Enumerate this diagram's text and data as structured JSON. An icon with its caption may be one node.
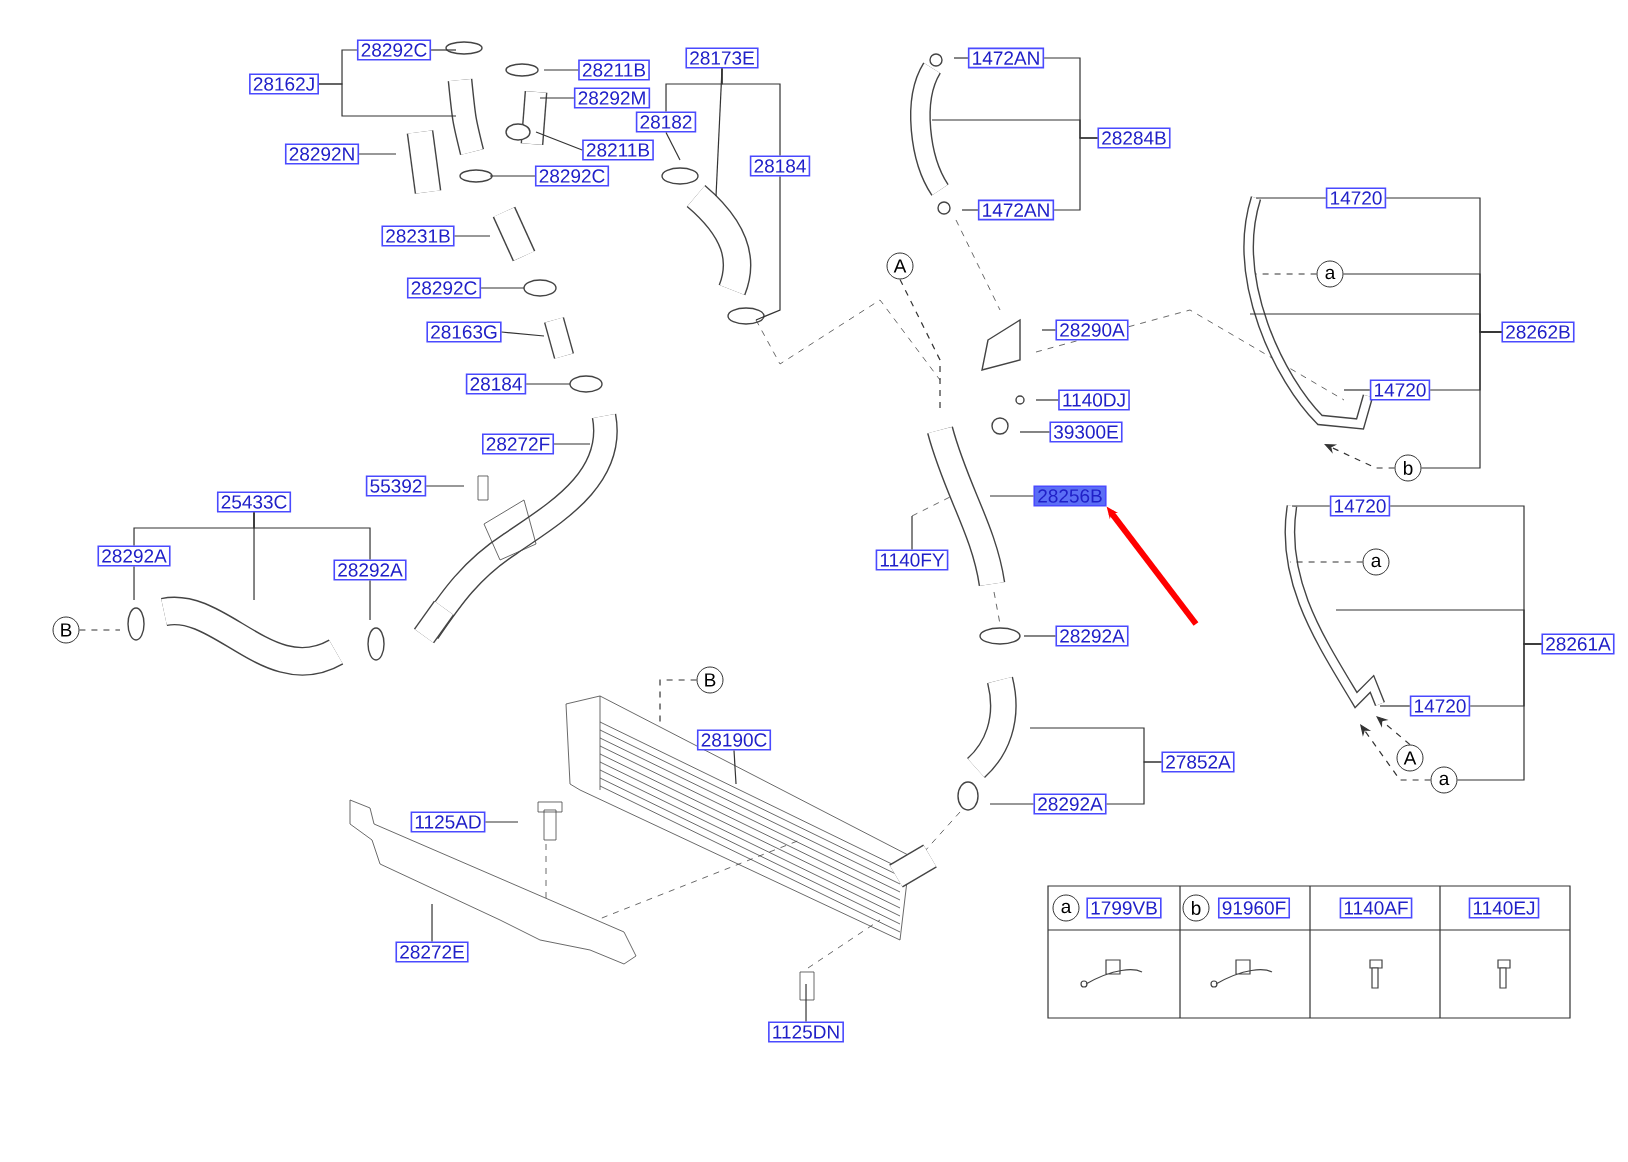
{
  "diagram": {
    "nodes": [
      {
        "text": [
          "28292C"
        ]
      },
      {
        "text": [
          "28162J"
        ]
      },
      {
        "text": [
          "28211B"
        ]
      },
      {
        "text": [
          "28292M"
        ]
      },
      {
        "text": [
          "28292N"
        ]
      },
      {
        "text": [
          "28211B"
        ]
      },
      {
        "text": [
          "28292C"
        ]
      },
      {
        "text": [
          "28182"
        ]
      },
      {
        "text": [
          "28173E"
        ]
      },
      {
        "text": [
          "28184"
        ]
      },
      {
        "text": [
          "28231B"
        ]
      },
      {
        "text": [
          "28292C"
        ]
      },
      {
        "text": [
          "28163G"
        ]
      },
      {
        "text": [
          "28184"
        ]
      },
      {
        "text": [
          "28272F"
        ]
      },
      {
        "text": [
          "55392"
        ]
      },
      {
        "text": [
          "25433C"
        ]
      },
      {
        "text": [
          "28292A"
        ]
      },
      {
        "text": [
          "28292A"
        ]
      },
      {
        "text": [
          "1472AN"
        ]
      },
      {
        "text": [
          "1472AN"
        ]
      },
      {
        "text": [
          "28284B"
        ]
      },
      {
        "text": [
          "28290A"
        ]
      },
      {
        "text": [
          "1140DJ"
        ]
      },
      {
        "text": [
          "39300E"
        ]
      },
      {
        "text": [
          "28256B"
        ]
      },
      {
        "text": [
          "1140FY"
        ]
      },
      {
        "text": [
          "14720"
        ]
      },
      {
        "text": [
          "28262B"
        ]
      },
      {
        "text": [
          "14720"
        ]
      },
      {
        "text": [
          "14720"
        ]
      },
      {
        "text": [
          "28261A"
        ]
      },
      {
        "text": [
          "14720"
        ]
      },
      {
        "text": [
          "28292A"
        ]
      },
      {
        "text": [
          "27852A"
        ]
      },
      {
        "text": [
          "28292A"
        ]
      },
      {
        "text": [
          "28190C"
        ]
      },
      {
        "text": [
          "1125AD"
        ]
      },
      {
        "text": [
          "28272E"
        ]
      },
      {
        "text": [
          "1125DN"
        ]
      },
      {
        "text": [
          "A"
        ]
      },
      {
        "text": [
          "a"
        ]
      },
      {
        "text": [
          "b"
        ]
      },
      {
        "text": [
          "a"
        ]
      },
      {
        "text": [
          "B"
        ]
      },
      {
        "text": [
          "B"
        ]
      },
      {
        "text": [
          "A"
        ]
      },
      {
        "text": [
          "a"
        ]
      },
      {
        "text": [
          "a"
        ]
      },
      {
        "text": [
          "b"
        ]
      }
    ],
    "edges": [
      {
        "from": 0,
        "to": null,
        "arrow": "none"
      },
      {
        "from": 1,
        "to": null,
        "arrow": "none"
      },
      {
        "from": 1,
        "to": 0,
        "arrow": "none"
      },
      {
        "from": 2,
        "to": null,
        "arrow": "none"
      },
      {
        "from": 3,
        "to": null,
        "arrow": "none"
      },
      {
        "from": 4,
        "to": null,
        "arrow": "none"
      },
      {
        "from": 5,
        "to": null,
        "arrow": "none"
      },
      {
        "from": 6,
        "to": null,
        "arrow": "none"
      },
      {
        "from": 7,
        "to": null,
        "arrow": "none"
      },
      {
        "from": 8,
        "to": 7,
        "arrow": "none"
      },
      {
        "from": 8,
        "to": 9,
        "arrow": "none"
      },
      {
        "from": 8,
        "to": null,
        "arrow": "none"
      },
      {
        "from": 9,
        "to": null,
        "arrow": "none"
      },
      {
        "from": 10,
        "to": null,
        "arrow": "none"
      },
      {
        "from": 11,
        "to": null,
        "arrow": "none"
      },
      {
        "from": 12,
        "to": null,
        "arrow": "none"
      },
      {
        "from": 13,
        "to": null,
        "arrow": "none"
      },
      {
        "from": 14,
        "to": null,
        "arrow": "none"
      },
      {
        "from": 15,
        "to": null,
        "arrow": "none"
      },
      {
        "from": 16,
        "to": 17,
        "arrow": "none"
      },
      {
        "from": 16,
        "to": 18,
        "arrow": "none"
      },
      {
        "from": 16,
        "to": null,
        "arrow": "none"
      },
      {
        "from": 17,
        "to": null,
        "arrow": "none"
      },
      {
        "from": 18,
        "to": null,
        "arrow": "none"
      },
      {
        "from": 19,
        "to": null,
        "arrow": "none"
      },
      {
        "from": 20,
        "to": null,
        "arrow": "none"
      },
      {
        "from": 21,
        "to": 19,
        "arrow": "none"
      },
      {
        "from": 21,
        "to": 20,
        "arrow": "none"
      },
      {
        "from": 21,
        "to": null,
        "arrow": "none"
      },
      {
        "from": 22,
        "to": null,
        "arrow": "none"
      },
      {
        "from": 23,
        "to": null,
        "arrow": "none"
      },
      {
        "from": 24,
        "to": null,
        "arrow": "none"
      },
      {
        "from": 25,
        "to": null,
        "arrow": "none"
      },
      {
        "from": 26,
        "to": null,
        "arrow": "none"
      },
      {
        "from": 27,
        "to": null,
        "arrow": "none"
      },
      {
        "from": 28,
        "to": 27,
        "arrow": "none"
      },
      {
        "from": 28,
        "to": 41,
        "arrow": "none"
      },
      {
        "from": 28,
        "to": 29,
        "arrow": "none"
      },
      {
        "from": 28,
        "to": 42,
        "arrow": "none"
      },
      {
        "from": 28,
        "to": null,
        "arrow": "none"
      },
      {
        "from": 29,
        "to": null,
        "arrow": "none"
      },
      {
        "from": 30,
        "to": null,
        "arrow": "none"
      },
      {
        "from": 31,
        "to": 30,
        "arrow": "none"
      },
      {
        "from": 31,
        "to": 32,
        "arrow": "none"
      },
      {
        "from": 31,
        "to": 47,
        "arrow": "none"
      },
      {
        "from": 31,
        "to": null,
        "arrow": "none"
      },
      {
        "from": 32,
        "to": null,
        "arrow": "none"
      },
      {
        "from": 33,
        "to": null,
        "arrow": "none"
      },
      {
        "from": 34,
        "to": 35,
        "arrow": "none"
      },
      {
        "from": 34,
        "to": null,
        "arrow": "none"
      },
      {
        "from": 35,
        "to": null,
        "arrow": "none"
      },
      {
        "from": 36,
        "to": null,
        "arrow": "none"
      },
      {
        "from": 37,
        "to": null,
        "arrow": "none"
      },
      {
        "from": 38,
        "to": null,
        "arrow": "none"
      },
      {
        "from": 39,
        "to": null,
        "arrow": "none"
      },
      {
        "from": 40,
        "to": null,
        "arrow": "none",
        "style": "dashed"
      },
      {
        "from": 41,
        "to": null,
        "arrow": "none",
        "style": "dashed"
      },
      {
        "from": 42,
        "to": null,
        "arrow": "to",
        "style": "dashed"
      },
      {
        "from": 43,
        "to": null,
        "arrow": "none",
        "style": "dashed"
      },
      {
        "from": 44,
        "to": null,
        "arrow": "none",
        "style": "dashed"
      },
      {
        "from": 45,
        "to": null,
        "arrow": "none",
        "style": "dashed"
      },
      {
        "from": 46,
        "to": null,
        "arrow": "to",
        "style": "dashed"
      },
      {
        "from": 47,
        "to": null,
        "arrow": "to",
        "style": "dashed"
      },
      {
        "from": null,
        "to": 25,
        "arrow": "to",
        "style": "thick",
        "color": "#ff0000"
      }
    ],
    "labels": [
      "1799VB",
      "91960F",
      "1140AF",
      "1140EJ"
    ]
  }
}
